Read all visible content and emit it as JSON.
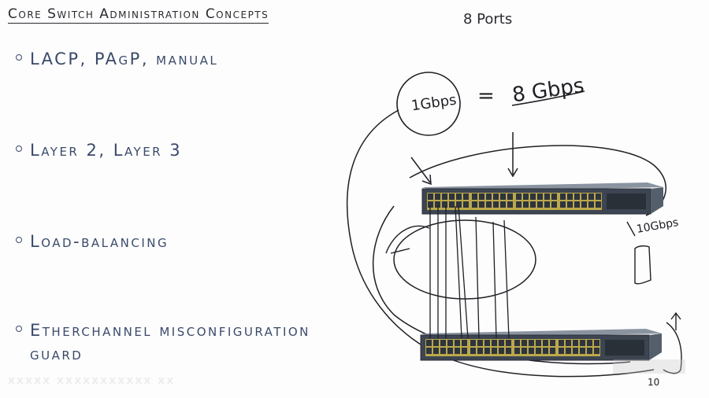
{
  "title": "Core Switch Administration Concepts",
  "bullets": [
    "LACP, PAgP, manual",
    "Layer 2, Layer 3",
    "Load-balancing",
    "Etherchannel misconfiguration guard"
  ],
  "annotations": {
    "ports": "8 Ports",
    "link_speed": "1Gbps",
    "equals": "=",
    "total": "8 Gbps",
    "uplink": "10Gbps",
    "bottom_note": "10"
  },
  "watermark": "xxxxx xxxxxxxxxxx xx",
  "colors": {
    "ink": "#3a4a6a",
    "pen": "#1f1f25",
    "switch_body": "#3d4552",
    "port_yellow": "#c9b24a"
  }
}
